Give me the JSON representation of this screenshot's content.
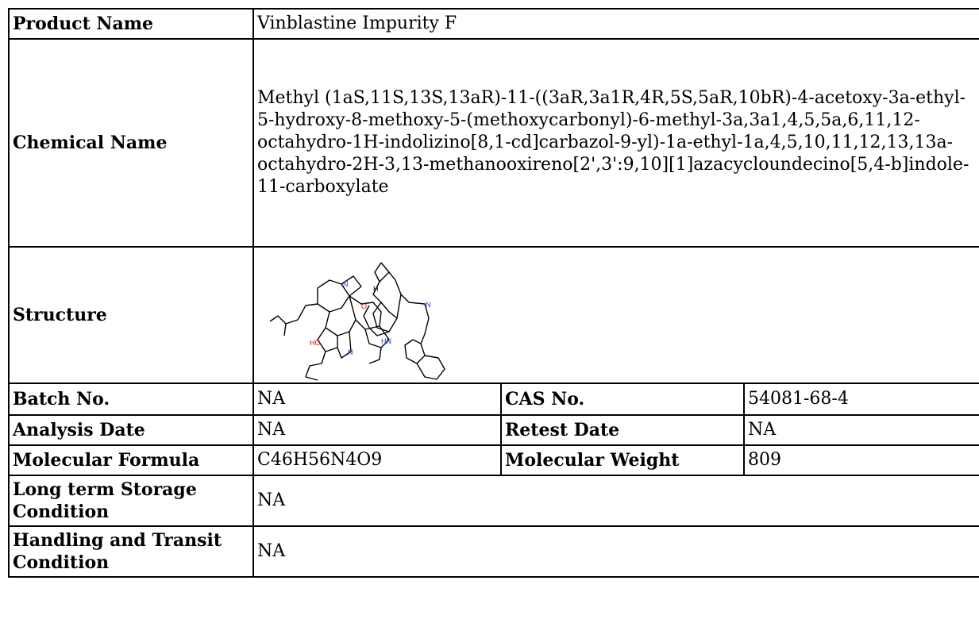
{
  "labels": {
    "product_name": "Product Name",
    "chemical_name": "Chemical Name",
    "structure": "Structure",
    "batch_no": "Batch No.",
    "cas_no": "CAS No.",
    "analysis_date": "Analysis Date",
    "retest_date": "Retest Date",
    "molecular_formula": "Molecular Formula",
    "molecular_weight": "Molecular Weight",
    "storage": "Long term Storage Condition",
    "handling": "Handling and Transit Condition"
  },
  "values": {
    "product_name": "Vinblastine Impurity F",
    "chemical_name": "Methyl (1aS,11S,13S,13aR)-11-((3aR,3a1R,4R,5S,5aR,10bR)-4-acetoxy-3a-ethyl-5-hydroxy-8-methoxy-5-(methoxycarbonyl)-6-methyl-3a,3a1,4,5,5a,6,11,12-octahydro-1H-indolizino[8,1-cd]carbazol-9-yl)-1a-ethyl-1a,4,5,10,11,12,13,13a-octahydro-2H-3,13-methanooxireno[2',3':9,10][1]azacycloundecino[5,4-b]indole-11-carboxylate",
    "batch_no": "NA",
    "cas_no": "54081-68-4",
    "analysis_date": "NA",
    "retest_date": "NA",
    "molecular_formula": "C46H56N4O9",
    "molecular_weight": "809",
    "storage": "NA",
    "handling": "NA"
  },
  "structure_atoms": {
    "hn": "HN",
    "n1": "N",
    "n2": "N",
    "n3": "N",
    "ho": "HO",
    "o": "O",
    "h": "H"
  },
  "colors": {
    "nitrogen": "#1f3fd1",
    "oxygen": "#e01010",
    "border": "#000000"
  }
}
